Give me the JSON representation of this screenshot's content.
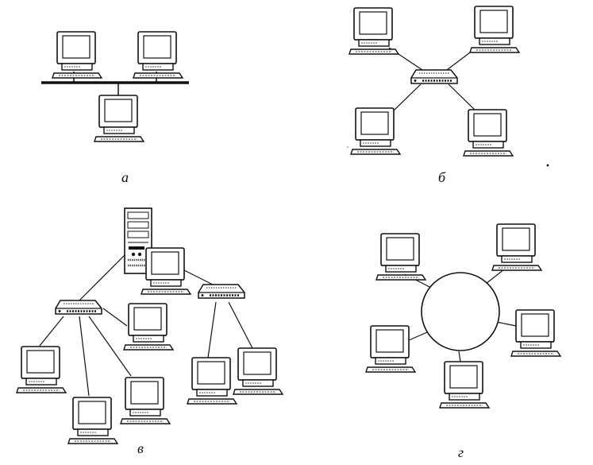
{
  "colors": {
    "ink": "#111111",
    "screen": "#ffffff",
    "hatch": "#999999"
  },
  "panels": {
    "a": {
      "label": "а",
      "topology": "bus"
    },
    "b": {
      "label": "б",
      "topology": "star"
    },
    "v": {
      "label": "в",
      "topology": "tree"
    },
    "g": {
      "label": "г",
      "topology": "ring"
    }
  }
}
